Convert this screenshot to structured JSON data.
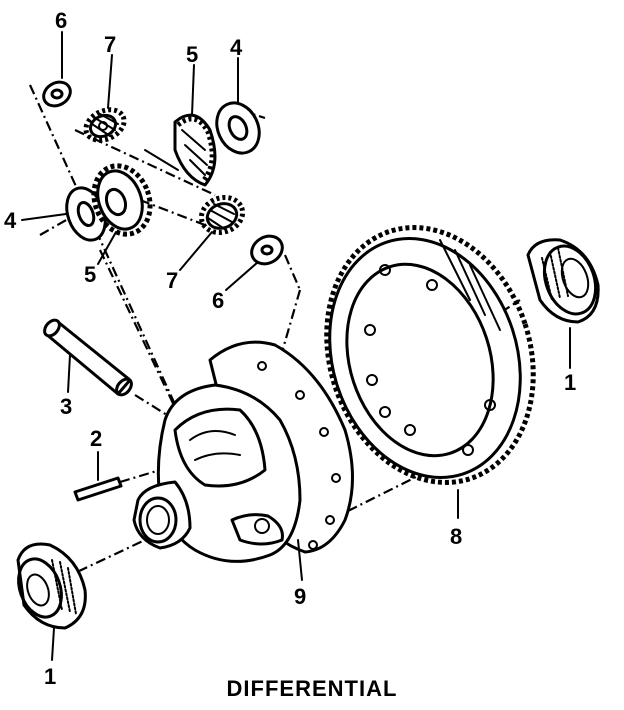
{
  "caption": "DIFFERENTIAL",
  "callouts": [
    {
      "id": "c6a",
      "text": "6"
    },
    {
      "id": "c7a",
      "text": "7"
    },
    {
      "id": "c5a",
      "text": "5"
    },
    {
      "id": "c4a",
      "text": "4"
    },
    {
      "id": "c4b",
      "text": "4"
    },
    {
      "id": "c5b",
      "text": "5"
    },
    {
      "id": "c7b",
      "text": "7"
    },
    {
      "id": "c6b",
      "text": "6"
    },
    {
      "id": "c3",
      "text": "3"
    },
    {
      "id": "c2",
      "text": "2"
    },
    {
      "id": "c1a",
      "text": "1"
    },
    {
      "id": "c1b",
      "text": "1"
    },
    {
      "id": "c8",
      "text": "8"
    },
    {
      "id": "c9",
      "text": "9"
    }
  ]
}
